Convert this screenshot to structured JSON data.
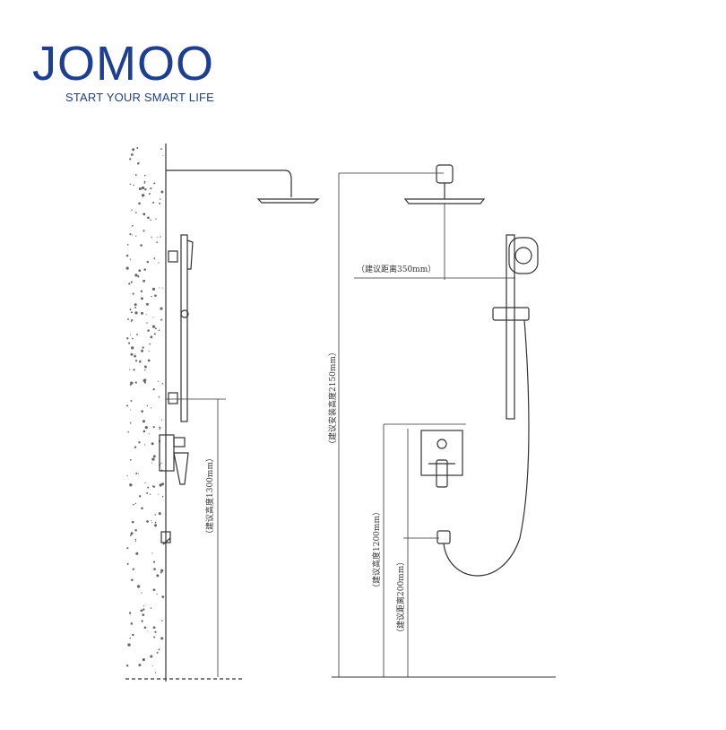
{
  "brand": {
    "name": "JOMOO",
    "tagline": "START YOUR SMART LIFE",
    "color": "#1c3f94"
  },
  "drawing": {
    "labels": {
      "head_distance": "（建议距离350mm）",
      "install_height": "（建议安装高度2150mm）",
      "bar_height": "（建议高度1300mm）",
      "mixer_height": "（建议高度1200mm）",
      "outlet_distance": "（建议距离200mm）"
    }
  }
}
